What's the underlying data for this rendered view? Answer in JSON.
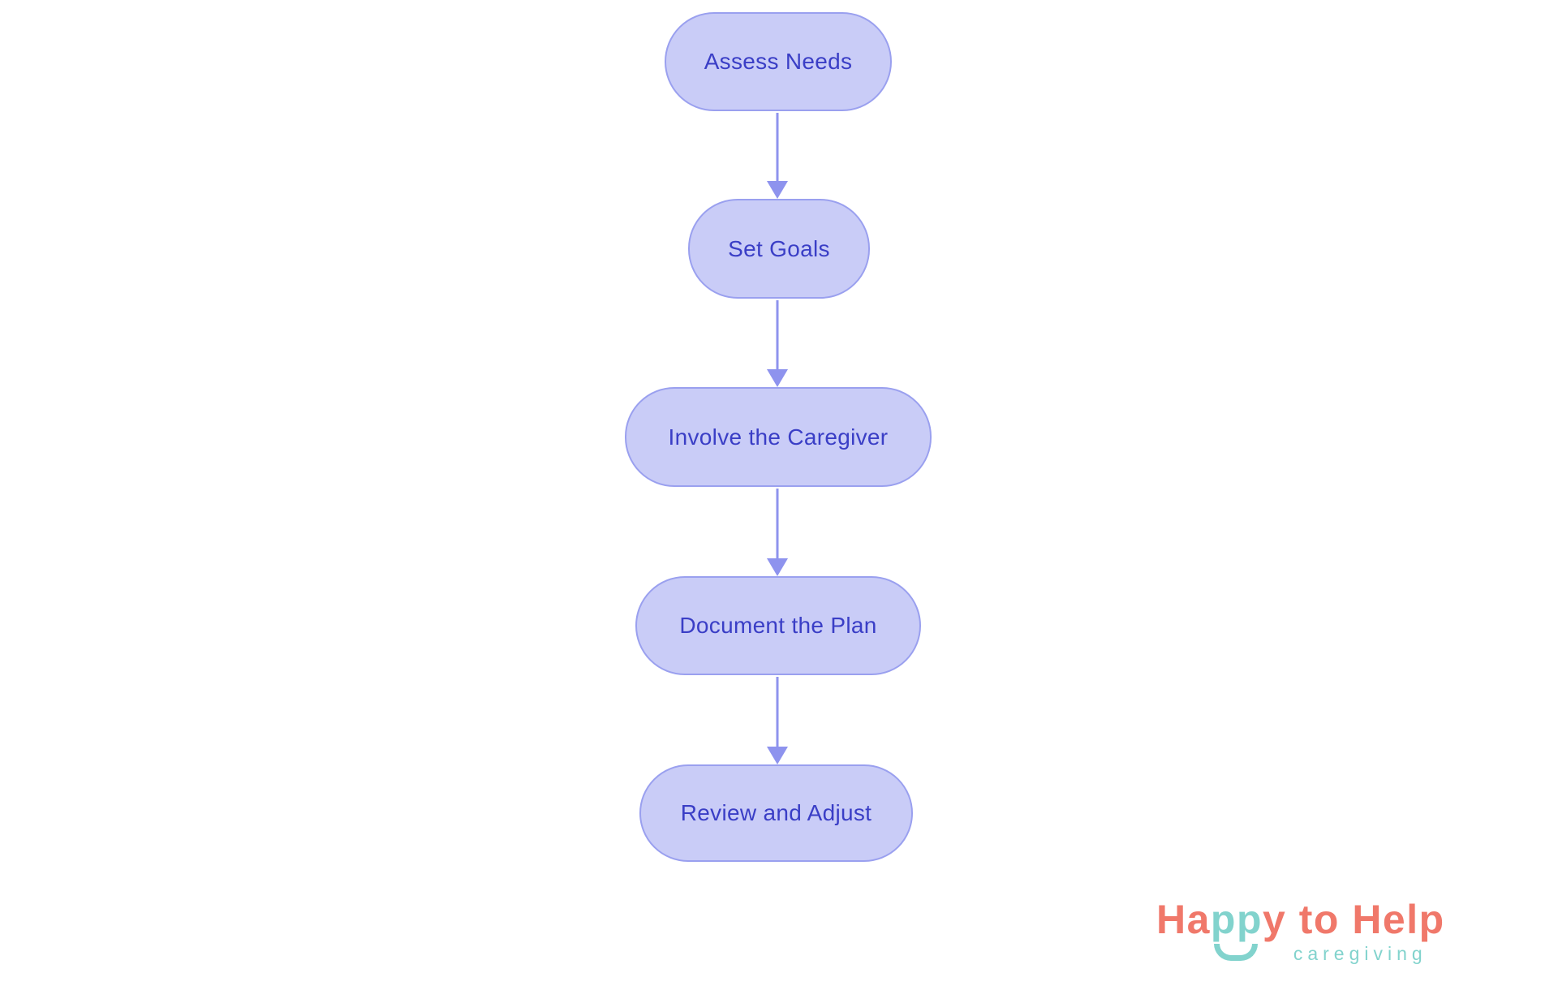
{
  "flowchart": {
    "nodes": [
      {
        "label": "Assess Needs"
      },
      {
        "label": "Set Goals"
      },
      {
        "label": "Involve the Caregiver"
      },
      {
        "label": "Document the Plan"
      },
      {
        "label": "Review and Adjust"
      }
    ]
  },
  "logo": {
    "title_parts": [
      {
        "text": "Ha",
        "color": "coral"
      },
      {
        "text": "pp",
        "color": "teal"
      },
      {
        "text": "y",
        "color": "coral"
      },
      {
        "text": " to ",
        "color": "coral"
      },
      {
        "text": "Help",
        "color": "coral"
      }
    ],
    "subtitle": "caregiving"
  },
  "theme": {
    "background": "#ffffff",
    "node-fill": "#c9ccf7",
    "node-border": "#9aa0ef",
    "node-text": "#3a3ec6",
    "arrow": "#8e93ee",
    "logo-coral": "#f0786a",
    "logo-teal": "#82d3cd"
  }
}
